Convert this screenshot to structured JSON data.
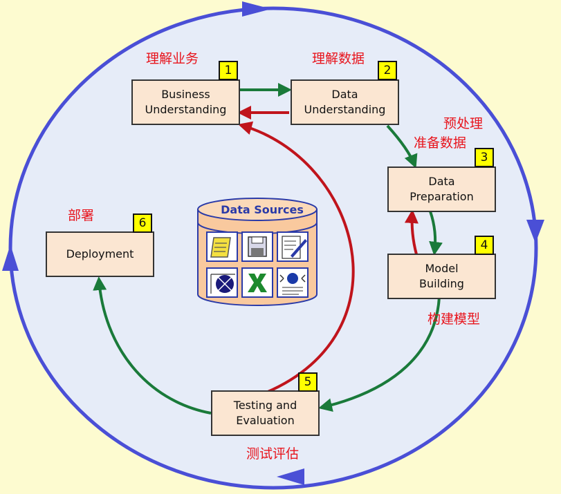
{
  "phases": [
    {
      "num": "1",
      "label": "Business\nUnderstanding",
      "cn": "理解业务"
    },
    {
      "num": "2",
      "label": "Data\nUnderstanding",
      "cn": "理解数据"
    },
    {
      "num": "3",
      "label": "Data\nPreparation",
      "cn_line1": "预处理",
      "cn_line2": "准备数据"
    },
    {
      "num": "4",
      "label": "Model\nBuilding",
      "cn": "构建模型"
    },
    {
      "num": "5",
      "label": "Testing and\nEvaluation",
      "cn": "测试评估"
    },
    {
      "num": "6",
      "label": "Deployment",
      "cn": "部署"
    }
  ],
  "data_sources": {
    "title": "Data Sources",
    "icons": [
      "scroll-icon",
      "floppy-disk-icon",
      "document-pen-icon",
      "globe-icon",
      "excel-icon",
      "web-page-icon"
    ]
  },
  "colors": {
    "background": "#fdfbd0",
    "outer_ring": "#4a4fd6",
    "forward_arrow": "#1a7a3a",
    "back_arrow": "#c0141c",
    "box_fill": "#fbe6d2",
    "number_fill": "#ffff00",
    "chinese_label": "#e8141c",
    "cylinder_fill": "#f9c99e"
  }
}
